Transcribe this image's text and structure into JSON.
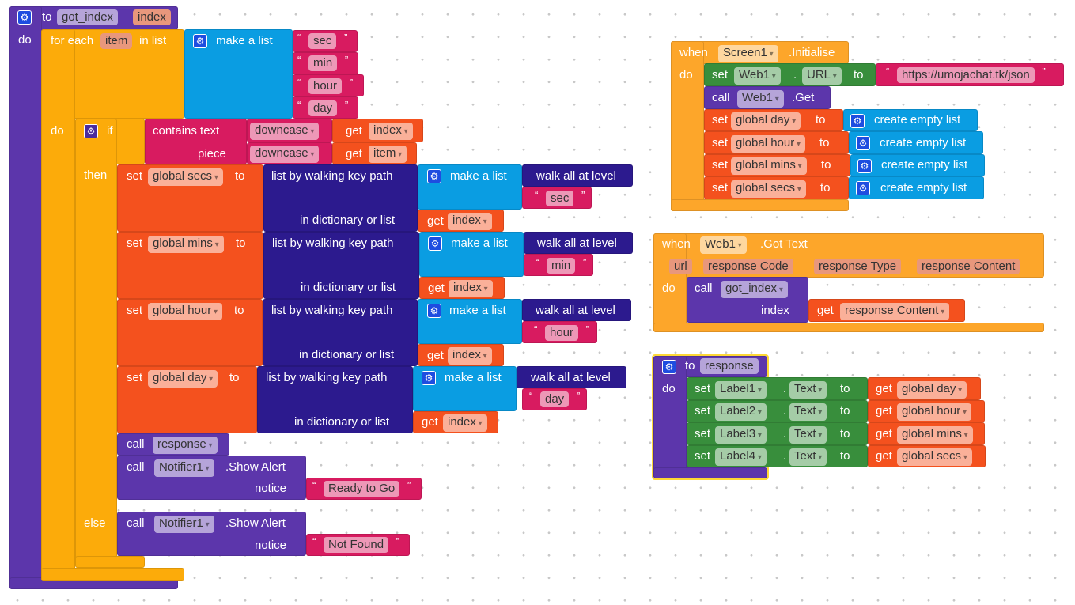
{
  "common": {
    "set": "set",
    "to": "to",
    "get": "get",
    "call": "call",
    "do": "do",
    "dot": ".",
    "walk_path": "list by walking key path",
    "in_dict": "in dictionary or list",
    "walk_all": "walk all at level",
    "make_list": "make a list",
    "create_empty": "create empty list",
    "gear": "gear-icon"
  },
  "got_index": {
    "to": "to",
    "name": "got_index",
    "param": "index",
    "foreach": "for each",
    "item": "item",
    "inlist": "in list",
    "list_items": [
      "sec",
      "min",
      "hour",
      "day"
    ],
    "if": "if",
    "then": "then",
    "else": "else",
    "contains": "contains  text",
    "piece": "piece",
    "downcase": "downcase",
    "index": "index",
    "sets": [
      {
        "var": "global secs",
        "key": "sec"
      },
      {
        "var": "global mins",
        "key": "min"
      },
      {
        "var": "global hour",
        "key": "hour"
      },
      {
        "var": "global day",
        "key": "day"
      }
    ],
    "call_response": "response",
    "notifier": "Notifier1",
    "show_alert": ".Show Alert",
    "notice": "notice",
    "ready": "Ready to Go",
    "not_found": "Not Found"
  },
  "screen_init": {
    "when": "when",
    "component": "Screen1",
    "event": ".Initialise",
    "web": "Web1",
    "url_prop": "URL",
    "url": "https://umojachat.tk/json",
    "get_method": ".Get",
    "sets": [
      "global day",
      "global hour",
      "global mins",
      "global secs"
    ]
  },
  "got_text": {
    "when": "when",
    "component": "Web1",
    "event": ".Got Text",
    "params": [
      "url",
      "response Code",
      "response Type",
      "response Content"
    ],
    "proc": "got_index",
    "arg": "index",
    "value": "response Content"
  },
  "response_proc": {
    "to": "to",
    "name": "response",
    "rows": [
      {
        "comp": "Label1",
        "prop": "Text",
        "var": "global day"
      },
      {
        "comp": "Label2",
        "prop": "Text",
        "var": "global hour"
      },
      {
        "comp": "Label3",
        "prop": "Text",
        "var": "global mins"
      },
      {
        "comp": "Label4",
        "prop": "Text",
        "var": "global secs"
      }
    ]
  }
}
